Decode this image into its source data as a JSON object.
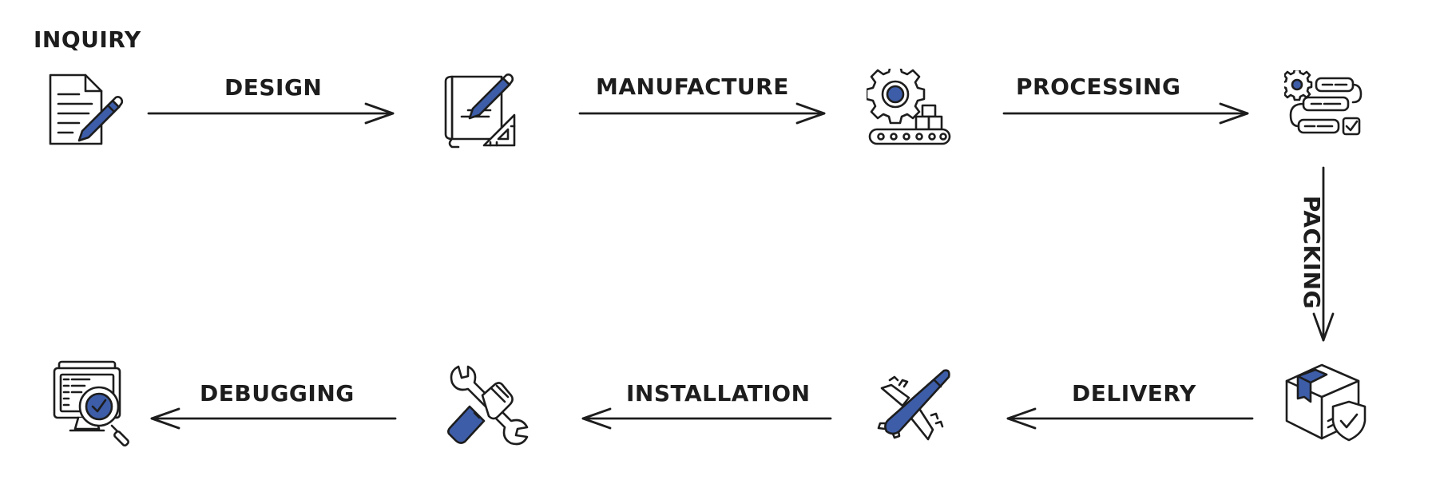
{
  "diagram": {
    "colors": {
      "ink": "#1d1d1d",
      "accent": "#3d5da8"
    },
    "start_label": "INQUIRY",
    "steps": [
      {
        "label": "DESIGN",
        "icon": "blueprint-icon"
      },
      {
        "label": "MANUFACTURE",
        "icon": "gear-conveyor-icon"
      },
      {
        "label": "PROCESSING",
        "icon": "workflow-icon"
      },
      {
        "label": "PACKING",
        "icon": "package-shield-icon"
      },
      {
        "label": "DELIVERY",
        "icon": "airplane-icon"
      },
      {
        "label": "INSTALLATION",
        "icon": "wrench-hand-icon"
      },
      {
        "label": "DEBUGGING",
        "icon": "monitor-search-icon"
      }
    ],
    "start_icon": "document-pencil-icon"
  }
}
